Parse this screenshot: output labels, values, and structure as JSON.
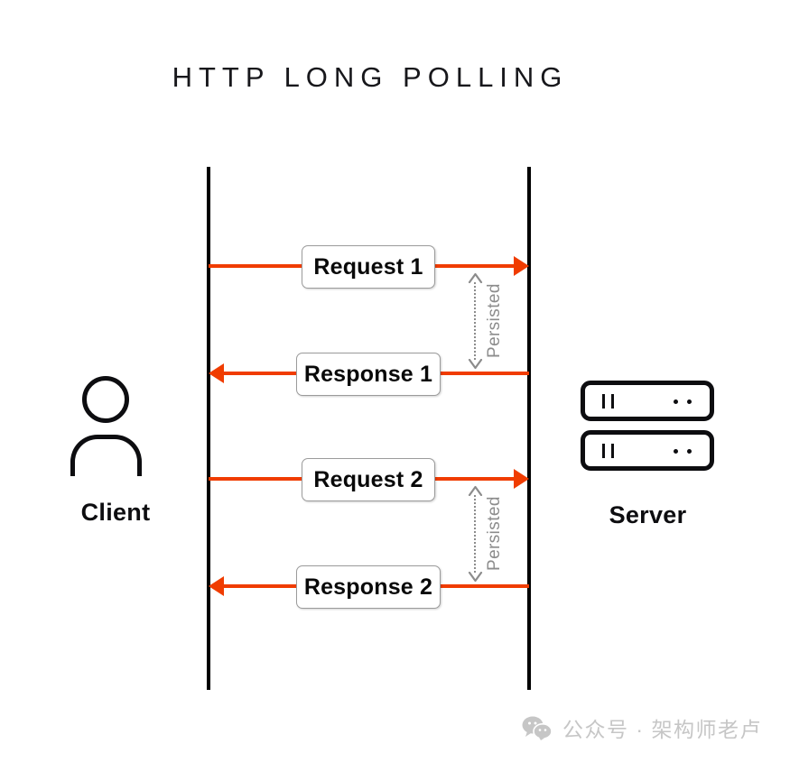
{
  "diagram": {
    "title": "HTTP LONG POLLING",
    "accent_color": "#f03c00",
    "lifeline_color": "#000000",
    "persist_color": "#8c8c8c",
    "box_border_color": "#9b9b9b",
    "actors": {
      "client": {
        "label": "Client",
        "icon": "user-icon"
      },
      "server": {
        "label": "Server",
        "icon": "server-rack-icon"
      }
    },
    "messages": [
      {
        "label": "Request 1",
        "direction": "client-to-server",
        "arrowhead": "right"
      },
      {
        "label": "Response 1",
        "direction": "server-to-client",
        "arrowhead": "left"
      },
      {
        "label": "Request 2",
        "direction": "client-to-server",
        "arrowhead": "right"
      },
      {
        "label": "Response 2",
        "direction": "server-to-client",
        "arrowhead": "left"
      }
    ],
    "annotations": [
      {
        "label": "Persisted",
        "style": "dotted-double-arrow",
        "between": [
          "Request 1",
          "Response 1"
        ]
      },
      {
        "label": "Persisted",
        "style": "dotted-double-arrow",
        "between": [
          "Request 2",
          "Response 2"
        ]
      }
    ]
  },
  "watermark": {
    "icon": "wechat-icon",
    "text": "公众号 · 架构师老卢",
    "color": "#c6c6c6"
  }
}
